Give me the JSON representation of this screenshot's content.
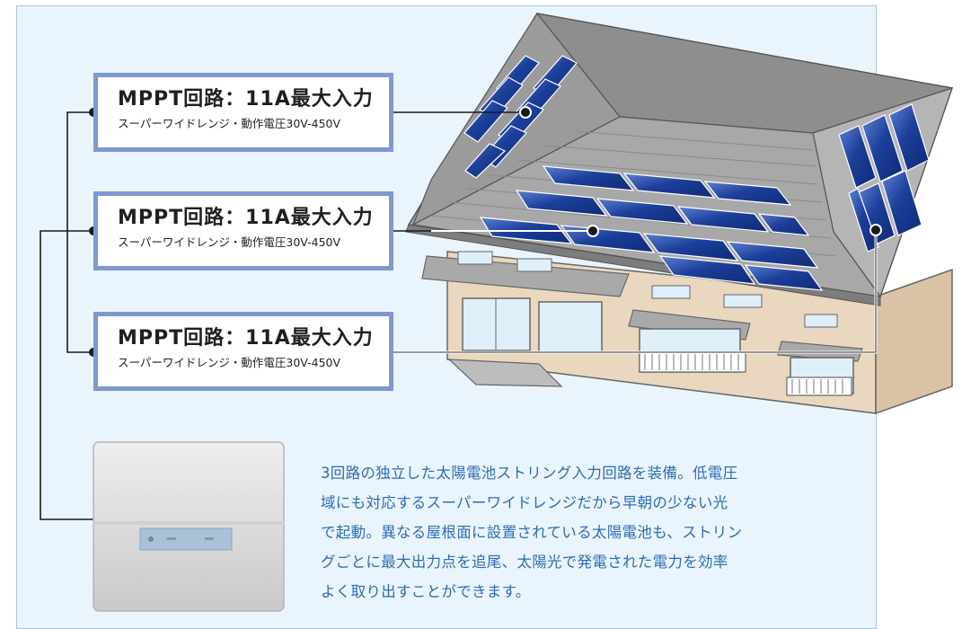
{
  "colors": {
    "panel_background": "#eaf4fd",
    "box_border": "#7f98cf",
    "description_text": "#2b6fb6",
    "solar_panel": "#1c3f9a",
    "roof": "#9a9a9a",
    "wall": "#ead7bf"
  },
  "mppt_boxes": [
    {
      "title": "MPPT回路：11A最大入力",
      "subtitle": "スーパーワイドレンジ・動作電圧30V-450V"
    },
    {
      "title": "MPPT回路：11A最大入力",
      "subtitle": "スーパーワイドレンジ・動作電圧30V-450V"
    },
    {
      "title": "MPPT回路：11A最大入力",
      "subtitle": "スーパーワイドレンジ・動作電圧30V-450V"
    }
  ],
  "description_lines": [
    "3回路の独立した太陽電池ストリング入力回路を装備。低電圧",
    "域にも対応するスーパーワイドレンジだから早朝の少ない光",
    "で起動。異なる屋根面に設置されている太陽電池も、ストリン",
    "グごとに最大出力点を追尾、太陽光で発電された電力を効率",
    "よく取り出すことができます。"
  ],
  "icons": [
    "house-illustration",
    "solar-panel-icon",
    "power-conditioner-icon"
  ]
}
